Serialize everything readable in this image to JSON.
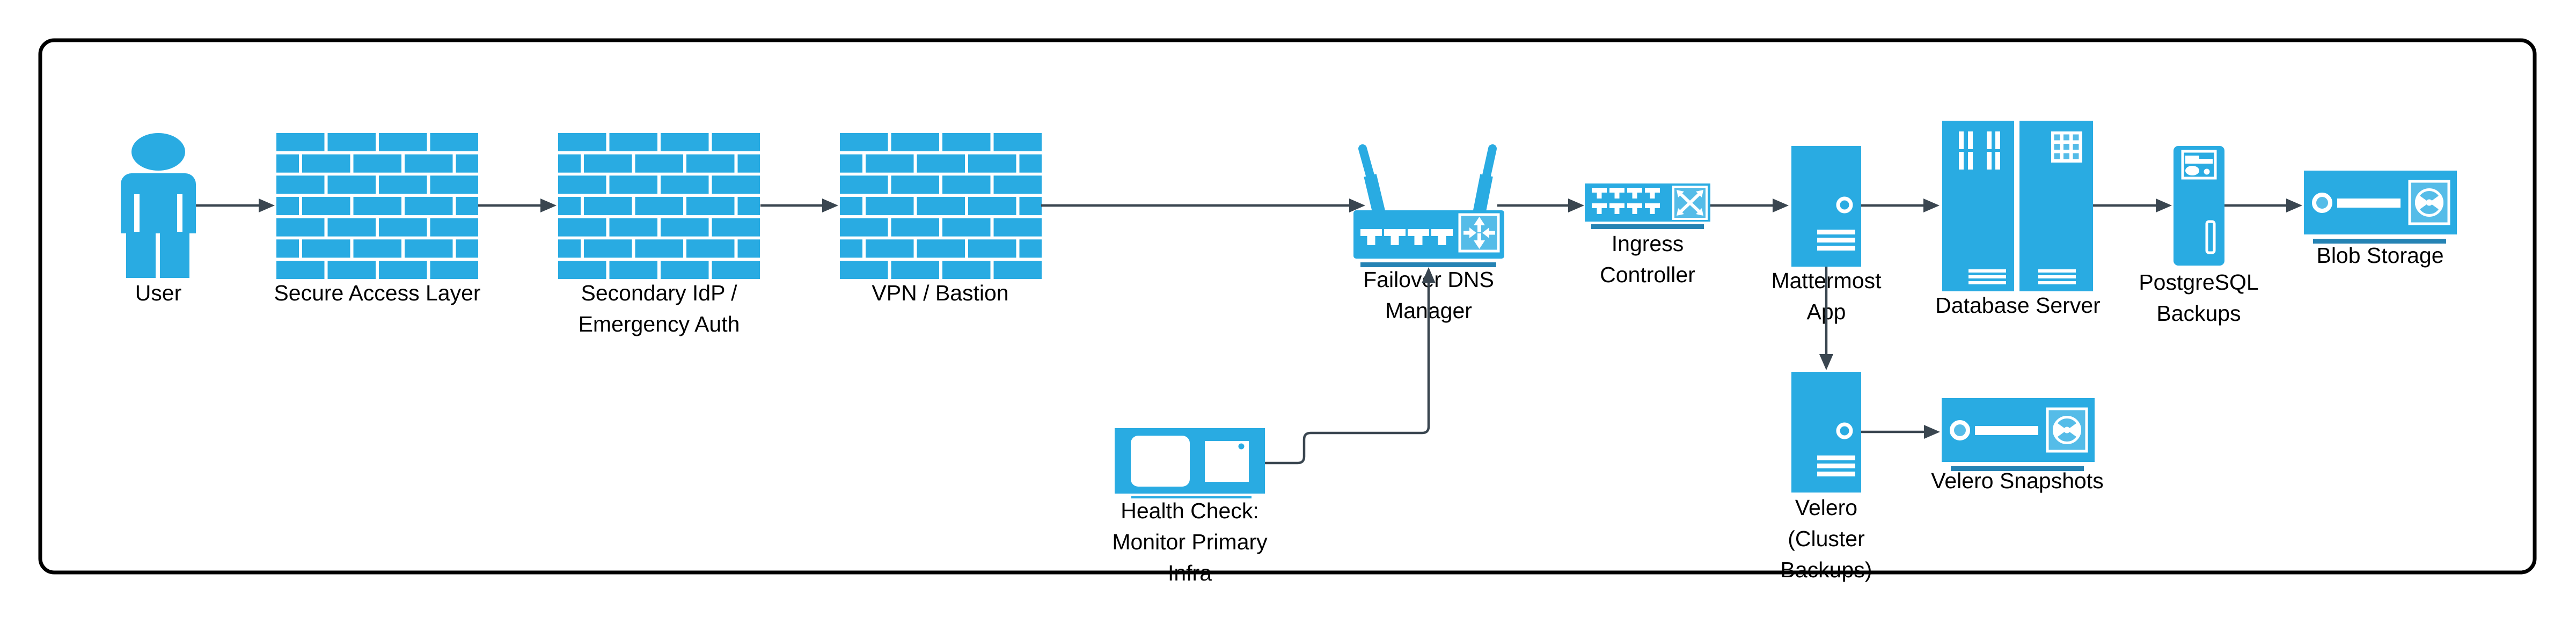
{
  "diagram": {
    "type": "architecture-flow",
    "nodes": {
      "user": {
        "icon": "person-icon",
        "lines": [
          "User"
        ]
      },
      "secure_access": {
        "icon": "firewall-icon",
        "lines": [
          "Secure Access Layer"
        ]
      },
      "secondary_idp": {
        "icon": "firewall-icon",
        "lines": [
          "Secondary IdP /",
          "Emergency Auth"
        ]
      },
      "vpn_bastion": {
        "icon": "firewall-icon",
        "lines": [
          "VPN / Bastion"
        ]
      },
      "failover_dns": {
        "icon": "wireless-router-icon",
        "lines": [
          "Failover DNS",
          "Manager"
        ]
      },
      "ingress": {
        "icon": "network-switch-icon",
        "lines": [
          "Ingress",
          "Controller"
        ]
      },
      "mattermost": {
        "icon": "server-icon",
        "lines": [
          "Mattermost",
          "App"
        ]
      },
      "database": {
        "icon": "server-rack-icon",
        "lines": [
          "Database Server"
        ]
      },
      "postgresql": {
        "icon": "tower-pc-icon",
        "lines": [
          "PostgreSQL",
          "Backups"
        ]
      },
      "blob": {
        "icon": "storage-appliance-icon",
        "lines": [
          "Blob Storage"
        ]
      },
      "health_check": {
        "icon": "monitor-icon",
        "lines": [
          "Health Check:",
          "Monitor Primary",
          "Infra"
        ]
      },
      "velero": {
        "icon": "server-icon",
        "lines": [
          "Velero",
          "(Cluster",
          "Backups)"
        ]
      },
      "velero_snapshots": {
        "icon": "storage-appliance-icon",
        "lines": [
          "Velero Snapshots"
        ]
      }
    },
    "edges": [
      {
        "from": "User",
        "to": "Secure Access Layer"
      },
      {
        "from": "Secure Access Layer",
        "to": "Secondary IdP / Emergency Auth"
      },
      {
        "from": "Secondary IdP / Emergency Auth",
        "to": "VPN / Bastion"
      },
      {
        "from": "VPN / Bastion",
        "to": "Failover DNS Manager"
      },
      {
        "from": "Failover DNS Manager",
        "to": "Ingress Controller"
      },
      {
        "from": "Ingress Controller",
        "to": "Mattermost App"
      },
      {
        "from": "Mattermost App",
        "to": "Database Server"
      },
      {
        "from": "Database Server",
        "to": "PostgreSQL Backups"
      },
      {
        "from": "PostgreSQL Backups",
        "to": "Blob Storage"
      },
      {
        "from": "Mattermost App",
        "to": "Velero (Cluster Backups)"
      },
      {
        "from": "Velero (Cluster Backups)",
        "to": "Velero Snapshots"
      },
      {
        "from": "Health Check: Monitor Primary Infra",
        "to": "Failover DNS Manager"
      }
    ],
    "colors": {
      "icon_blue": "#29abe2",
      "icon_blue_light": "#55bce8",
      "icon_blue_dark": "#2583b4",
      "edge_line": "#3a4650",
      "frame_border": "#000000",
      "label_text": "#000000",
      "background": "#ffffff"
    }
  }
}
